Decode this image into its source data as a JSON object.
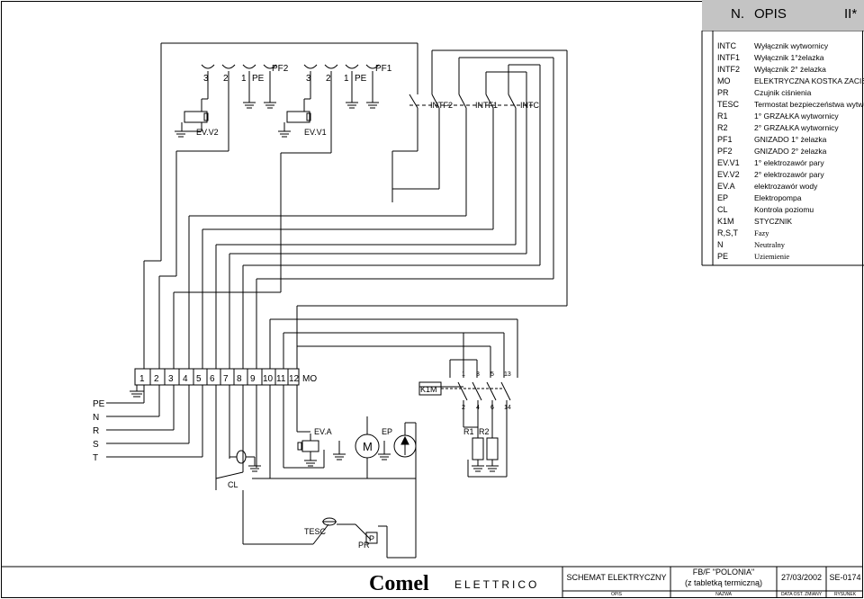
{
  "header": {
    "prefix": "N.",
    "title": "OPIS",
    "sheet": "II*"
  },
  "legend": [
    {
      "code": "INTC",
      "text": "Wyłącznik wytwornicy"
    },
    {
      "code": "INTF1",
      "text": "Wyłącznik 1°żelazka"
    },
    {
      "code": "INTF2",
      "text": "Wyłącznik 2° żelazka"
    },
    {
      "code": "MO",
      "text": "ELEKTRYCZNA KOSTKA ZACISKÓW"
    },
    {
      "code": "PR",
      "text": "Czujnik ciśnienia"
    },
    {
      "code": "TESC",
      "text": "Termostat bezpieczeństwa wytwornicy"
    },
    {
      "code": "R1",
      "text": "1° GRZAŁKA wytwornicy"
    },
    {
      "code": "R2",
      "text": "2° GRZAŁKA wytwornicy"
    },
    {
      "code": "PF1",
      "text": "GNIZADO 1° żelazka"
    },
    {
      "code": "PF2",
      "text": "GNIZADO 2° żelazka"
    },
    {
      "code": "EV.V1",
      "text": "1° elektrozawór pary"
    },
    {
      "code": "EV.V2",
      "text": "2° elektrozawór pary"
    },
    {
      "code": "EV.A",
      "text": "elektrozawór wody"
    },
    {
      "code": "EP",
      "text": "Elektropompa"
    },
    {
      "code": "CL",
      "text": "Kontrola poziomu"
    },
    {
      "code": "K1M",
      "text": "STYCZNIK"
    },
    {
      "code": "R,S,T",
      "text": "Fazy"
    },
    {
      "code": "N",
      "text": "Neutralny"
    },
    {
      "code": "PE",
      "text": "Uziemienie"
    }
  ],
  "diagram": {
    "pf2": {
      "label": "PF2",
      "pins": [
        "3",
        "2",
        "1",
        "PE"
      ]
    },
    "pf1": {
      "label": "PF1",
      "pins": [
        "3",
        "2",
        "1",
        "PE"
      ]
    },
    "ev_v2": "EV.V2",
    "ev_v1": "EV.V1",
    "switches": [
      "INTF2",
      "INTF1",
      "INTC"
    ],
    "terminal_block": {
      "numbers": [
        "1",
        "2",
        "3",
        "4",
        "5",
        "6",
        "7",
        "8",
        "9",
        "10",
        "11",
        "12"
      ],
      "label": "MO"
    },
    "contactor": {
      "label": "K1M",
      "top_pins": [
        "1",
        "3",
        "5",
        "13"
      ],
      "bottom_pins": [
        "2",
        "4",
        "6",
        "14"
      ]
    },
    "rails": [
      "PE",
      "N",
      "R",
      "S",
      "T"
    ],
    "ev_a": "EV.A",
    "ep": "EP",
    "motor": "M",
    "heaters": [
      "R1",
      "R2"
    ],
    "cl": "CL",
    "tesc": "TESC",
    "pr": "PR",
    "p": "P"
  },
  "title_block": {
    "logo": "Comel",
    "logo_suffix": "ELETTRICO",
    "description": "SCHEMAT ELEKTRYCZNY",
    "name_line1": "FB/F \"POLONIA\"",
    "name_line2": "(z tabletką termiczną)",
    "date": "27/03/2002",
    "code": "SE-0174",
    "cap_opis": "OPIS",
    "cap_nazwa": "NAZWA",
    "cap_data": "DATA OST. ZMIANY",
    "cap_rys": "RYSUNEK"
  }
}
